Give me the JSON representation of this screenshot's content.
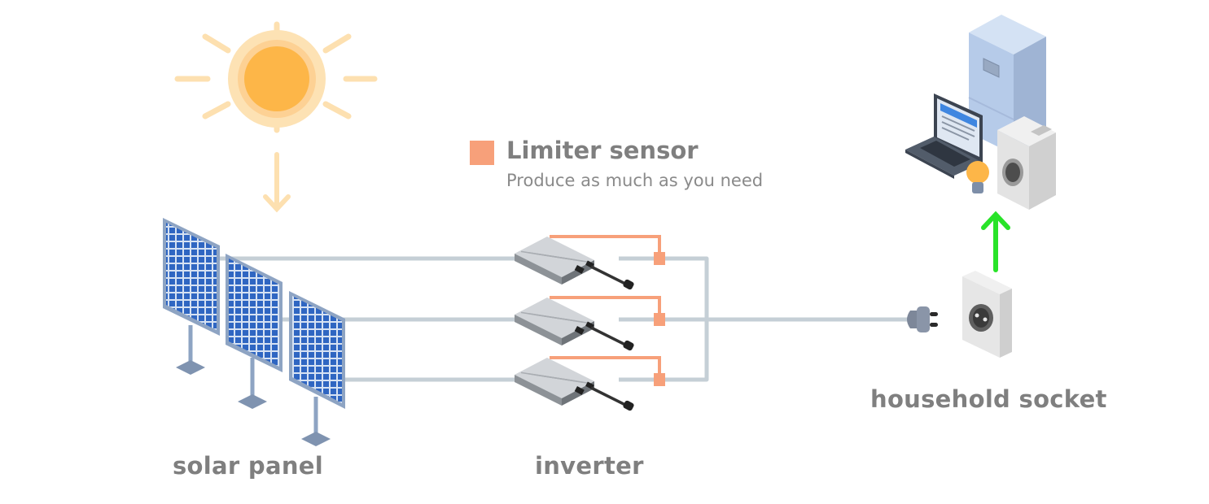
{
  "diagram": {
    "title": "Solar micro-inverter system with limiter sensor",
    "colors": {
      "wire": "#c5cfd6",
      "sensor": "#f7a07a",
      "sun_core": "#fdb648",
      "sun_glow": "#fde2b4",
      "sun_rays": "#fde0b0",
      "panel_cells": "#2f66c2",
      "panel_frame": "#8ea4c3",
      "up_arrow": "#29e329",
      "label_text": "#7f7f7f"
    },
    "legend": {
      "title": "Limiter sensor",
      "subtitle": "Produce as much as you need"
    },
    "labels": {
      "solar_panel": "solar panel",
      "inverter": "inverter",
      "household_socket": "household socket"
    },
    "components": {
      "sun": "sun-icon",
      "solar_panels": [
        "solar-panel-1",
        "solar-panel-2",
        "solar-panel-3"
      ],
      "inverters": [
        "inverter-1",
        "inverter-2",
        "inverter-3"
      ],
      "sensors": [
        "limiter-sensor-1",
        "limiter-sensor-2",
        "limiter-sensor-3"
      ],
      "plug": "plug-icon",
      "socket": "socket-icon",
      "appliances": [
        "refrigerator-icon",
        "laptop-icon",
        "light-bulb-icon",
        "washing-machine-icon"
      ]
    },
    "flow": [
      "sun -> solar panels",
      "solar panels -> inverters",
      "inverters -> limiter sensors -> household socket",
      "household socket -> appliances"
    ]
  }
}
